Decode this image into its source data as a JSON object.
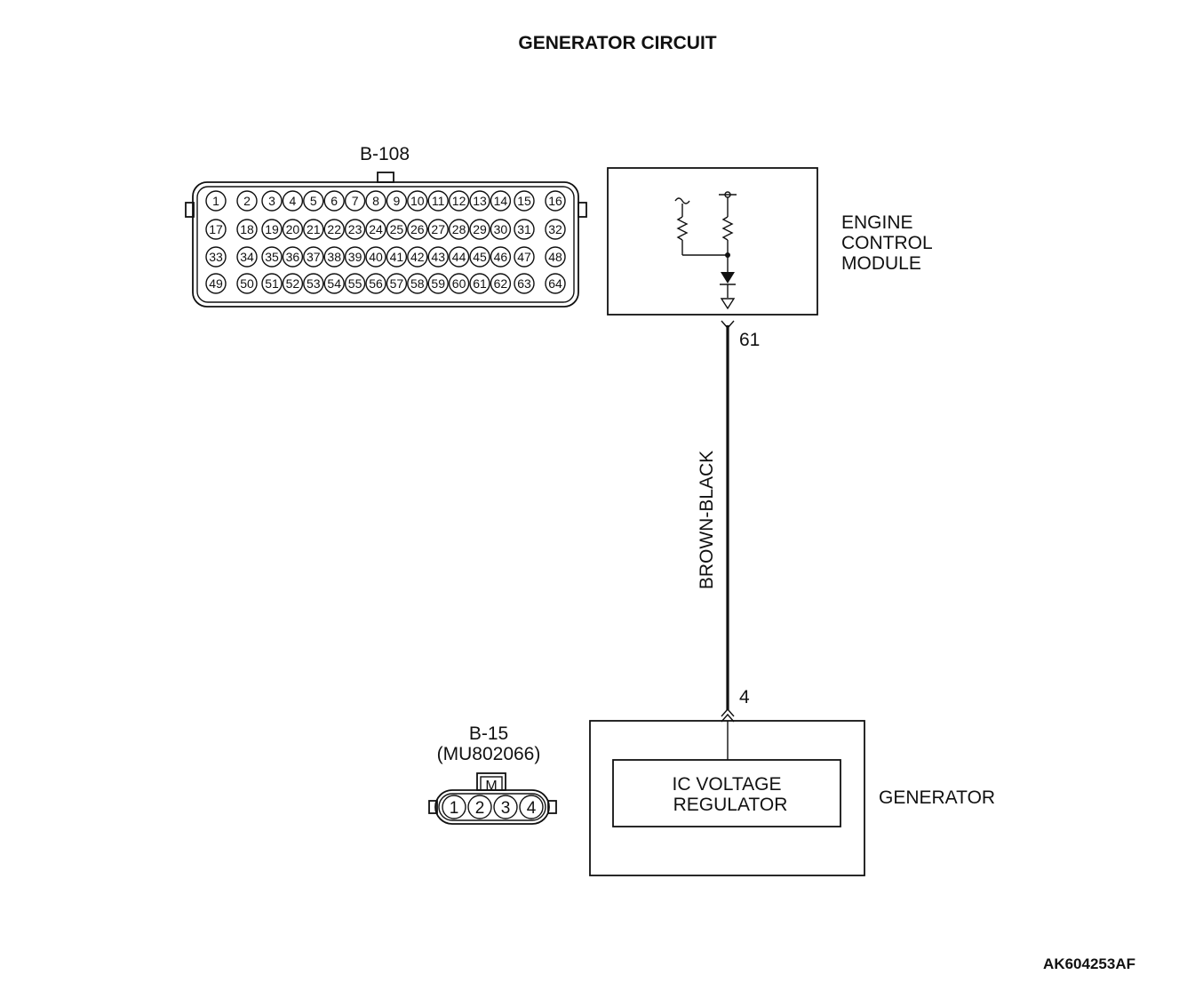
{
  "title": "GENERATOR CIRCUIT",
  "connector_b108": {
    "label": "B-108",
    "rows": [
      [
        "1",
        "2",
        "3",
        "4",
        "5",
        "6",
        "7",
        "8",
        "9",
        "10",
        "11",
        "12",
        "13",
        "14",
        "15",
        "16"
      ],
      [
        "17",
        "18",
        "19",
        "20",
        "21",
        "22",
        "23",
        "24",
        "25",
        "26",
        "27",
        "28",
        "29",
        "30",
        "31",
        "32"
      ],
      [
        "33",
        "34",
        "35",
        "36",
        "37",
        "38",
        "39",
        "40",
        "41",
        "42",
        "43",
        "44",
        "45",
        "46",
        "47",
        "48"
      ],
      [
        "49",
        "50",
        "51",
        "52",
        "53",
        "54",
        "55",
        "56",
        "57",
        "58",
        "59",
        "60",
        "61",
        "62",
        "63",
        "64"
      ]
    ]
  },
  "ecm": {
    "label_lines": [
      "ENGINE",
      "CONTROL",
      "MODULE"
    ],
    "terminal": "61"
  },
  "wire": {
    "color_label": "BROWN-BLACK"
  },
  "generator": {
    "label": "GENERATOR",
    "terminal": "4",
    "regulator_lines": [
      "IC VOLTAGE",
      "REGULATOR"
    ]
  },
  "connector_b15": {
    "label": "B-15",
    "part_number": "(MU802066)",
    "key_mark": "M",
    "pins": [
      "1",
      "2",
      "3",
      "4"
    ]
  },
  "figure_id": "AK604253AF"
}
